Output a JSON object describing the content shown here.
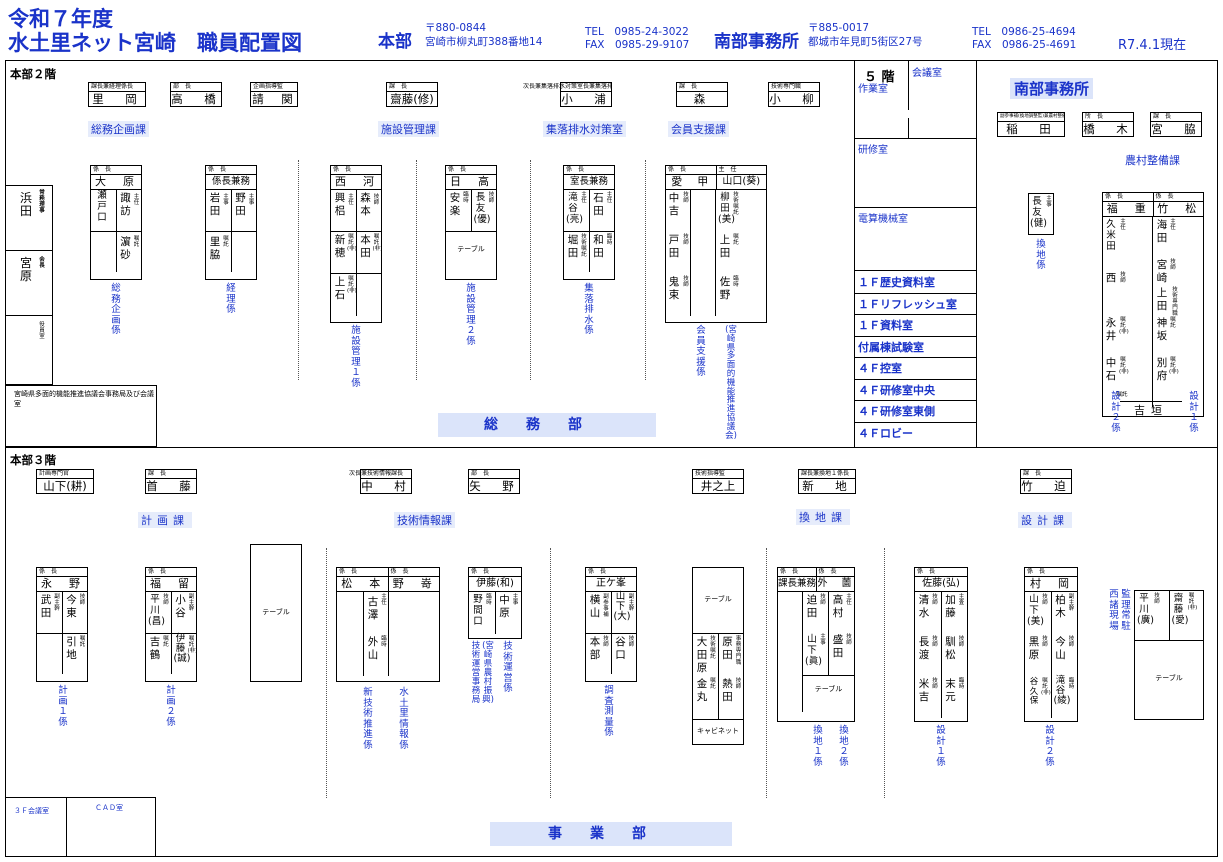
{
  "header": {
    "title_line1": "令和７年度",
    "title_line2": "水土里ネット宮崎　職員配置図",
    "hq_label": "本部",
    "hq_postal": "〒880-0844",
    "hq_address": "宮崎市柳丸町388番地14",
    "hq_tel": "TEL　0985-24-3022",
    "hq_fax": "FAX　0985-29-9107",
    "south_label": "南部事務所",
    "south_postal": "〒885-0017",
    "south_address": "都城市年見町5街区27号",
    "south_tel": "TEL　0986-25-4694",
    "south_fax": "FAX　0986-25-4691",
    "date": "R7.4.1現在"
  },
  "floor2": {
    "label": "本部２階",
    "heads": [
      {
        "role": "課長兼経理係長",
        "name": "里　岡"
      },
      {
        "role": "部　長",
        "name": "高　橋"
      },
      {
        "role": "企画指導監",
        "name": "請　関"
      },
      {
        "role": "課　長",
        "name": "齋藤(修)"
      },
      {
        "role": "次長兼集落排水対策室長兼集落排水係長",
        "name": "小　浦"
      },
      {
        "role": "課　長",
        "name": "森"
      },
      {
        "role": "技術専門職",
        "name": "小　柳"
      }
    ],
    "depts": [
      "総務企画課",
      "施設管理課",
      "集落排水対策室",
      "会員支援課"
    ],
    "left": {
      "p1": "浜田",
      "r1": "常務理事",
      "p2": "宮原",
      "r2": "会長",
      "r3": "役員室",
      "council": "宮崎県多面的機能推進協議会事務局及び会議室"
    },
    "groups": [
      {
        "head_role": "係　長",
        "head": "大　原",
        "members": [
          "瀬戸口",
          "諏訪",
          "濵砂"
        ],
        "member_roles": [
          "主任主事",
          "主任",
          "嘱託"
        ],
        "label": "総務企画係"
      },
      {
        "head_role": "係　長",
        "head": "係長兼務",
        "members": [
          "岩田",
          "野田",
          "里脇"
        ],
        "member_roles": [
          "主事",
          "主事",
          "嘱託"
        ],
        "label": "経理係"
      },
      {
        "head_role": "係　長",
        "head": "西　河",
        "members": [
          "興梠",
          "森本",
          "新穂",
          "本田",
          "上石"
        ],
        "member_roles": [
          "主任",
          "技師",
          "嘱託(非)",
          "嘱託(非)",
          "嘱託(非)"
        ],
        "label": "施設管理１係"
      },
      {
        "head_role": "係　長",
        "head": "日　高",
        "members": [
          "安楽",
          "長友(優)"
        ],
        "member_roles": [
          "臨時",
          "技師"
        ],
        "table": "テーブル",
        "label": "施設管理２係"
      },
      {
        "head_role": "係　長",
        "head": "室長兼務",
        "members": [
          "滝谷(亮)",
          "石田",
          "堀田",
          "和田"
        ],
        "member_roles": [
          "主任",
          "主任",
          "技術嘱託",
          "臨時"
        ],
        "label": "集落排水係"
      },
      {
        "head_role": "係　長",
        "head": "愛　甲",
        "head2_role": "主　任",
        "head2": "山口(葵)",
        "members": [
          "中吉",
          "柳田(美)",
          "戸田",
          "上田",
          "鬼束",
          "佐野"
        ],
        "member_roles": [
          "技師",
          "技術嘱託",
          "技師",
          "嘱託",
          "技師",
          "臨時"
        ],
        "label": "会員支援係",
        "label2": "(宮崎県多面的機能推進協議会)"
      }
    ],
    "rooms": {
      "floor5": "５ 階",
      "meeting": "会議室",
      "work": "作業室",
      "training": "研修室",
      "computer": "電算機械室"
    },
    "roomlist": [
      "１Ｆ歴史資料室",
      "１Ｆリフレッシュ室",
      "１Ｆ資料室",
      "付属棟試験室",
      "４Ｆ控室",
      "４Ｆ研修室中央",
      "４Ｆ研修室東側",
      "４Ｆロビー"
    ],
    "bottom_bar": "総務部"
  },
  "south": {
    "title": "南部事務所",
    "heads": [
      {
        "role": "副参事補(換地調整監)兼農村整備課長",
        "name": "稲　田"
      },
      {
        "role": "所　長",
        "name": "橋　木"
      },
      {
        "role": "課　長",
        "name": "宮　脇"
      }
    ],
    "dept": "農村整備課",
    "kanchi": {
      "role": "主事",
      "name": "長友(健)",
      "label": "換地係"
    },
    "group": {
      "head1_role": "係　長",
      "head1": "福　重",
      "head2_role": "係　長",
      "head2": "竹　松",
      "members": [
        "久米田",
        "海田",
        "上田",
        "宮崎",
        "西",
        "神坂",
        "永井",
        "別府",
        "中石",
        "吉垣"
      ],
      "member_roles": [
        "主任",
        "主任",
        "技術専門職",
        "技師",
        "技師",
        "嘱託",
        "嘱託(非)",
        "嘱託(非)",
        "嘱託(非)",
        "嘱託"
      ],
      "label1": "設計２係",
      "label2": "設計１係"
    }
  },
  "floor3": {
    "label": "本部３階",
    "heads": [
      {
        "role": "計画専門官",
        "name": "山下(耕)"
      },
      {
        "role": "課　長",
        "name": "首　藤"
      },
      {
        "role": "次長兼技術情報課長",
        "name": "中　村"
      },
      {
        "role": "部　長",
        "name": "矢　野"
      },
      {
        "role": "技術指導監",
        "name": "井之上"
      },
      {
        "role": "課長兼換地１係長",
        "name": "新　地"
      },
      {
        "role": "課　長",
        "name": "竹　迫"
      }
    ],
    "depts": [
      "計画課",
      "技術情報課",
      "換地課",
      "設計課"
    ],
    "groups": [
      {
        "head_role": "係　長",
        "head": "永　野",
        "members": [
          "武田",
          "今東",
          "引地"
        ],
        "member_roles": [
          "副主幹",
          "技師",
          "嘱託"
        ],
        "label": "計画１係"
      },
      {
        "head_role": "係　長",
        "head": "福　留",
        "members": [
          "平川(昌)",
          "小谷",
          "吉鶴",
          "伊藤(誠)"
        ],
        "member_roles": [
          "技師",
          "副主幹",
          "嘱託",
          "嘱託(非)"
        ],
        "label": "計画２係"
      },
      {
        "table": "テーブル"
      },
      {
        "head_role": "係　長",
        "head": "松　本",
        "head2_role": "係　長",
        "head2": "野　嵜",
        "members": [
          "古澤",
          "外山"
        ],
        "member_roles": [
          "主任",
          "臨時"
        ],
        "label": "新技術推進係",
        "label2": "水土里情報係"
      },
      {
        "head_role": "係　長",
        "head": "伊藤(和)",
        "members": [
          "野間口",
          "中原"
        ],
        "member_roles": [
          "臨時",
          "主事"
        ],
        "label": "技術運営事務局",
        "label2": "(宮崎県農村振興)",
        "label3": "技術運営係"
      },
      {
        "head_role": "係　長",
        "head": "正ケ峯",
        "members": [
          "横山",
          "山下(大)",
          "本部",
          "谷口"
        ],
        "member_roles": [
          "副参事補",
          "副主幹",
          "技師",
          "技師"
        ],
        "label": "調査測量係"
      },
      {
        "table": "テーブル",
        "members": [
          "大田原",
          "原田",
          "金丸",
          "熱田"
        ],
        "member_roles": [
          "技術嘱託",
          "事務専門職",
          "嘱託",
          "技師"
        ],
        "cabinet": "キャビネット"
      },
      {
        "head_role": "係　長",
        "head": "課長兼務",
        "head2_role": "係　長",
        "head2": "外　薗",
        "members": [
          "迫田",
          "高村",
          "山下(眞)",
          "盛田"
        ],
        "member_roles": [
          "技師",
          "主任",
          "主事",
          "技師"
        ],
        "table": "テーブル",
        "label": "換地１係",
        "label2": "換地２係"
      },
      {
        "head_role": "係　長",
        "head": "佐藤(弘)",
        "members": [
          "清水",
          "加藤",
          "長渡",
          "馴松",
          "米吉",
          "末元"
        ],
        "member_roles": [
          "技師",
          "主査",
          "技師",
          "技師",
          "技師",
          "臨時"
        ],
        "label": "設計１係"
      },
      {
        "head_role": "係　長",
        "head": "村　岡",
        "members": [
          "山下(美)",
          "柏木",
          "黒原",
          "今山",
          "谷久保",
          "滝谷(綾)"
        ],
        "member_roles": [
          "技師",
          "副主幹",
          "技師",
          "技師",
          "嘱託(非)",
          "臨時"
        ],
        "label": "設計２係"
      },
      {
        "members": [
          "平川(廣)",
          "齋藤(愛)"
        ],
        "member_roles": [
          "技師",
          "嘱託(非)"
        ],
        "label": "監理常駐",
        "label2": "西諸現場",
        "table": "テーブル"
      }
    ],
    "rooms": {
      "meeting": "３Ｆ会議室",
      "cad": "ＣＡＤ室"
    },
    "bottom_bar": "事業部"
  }
}
